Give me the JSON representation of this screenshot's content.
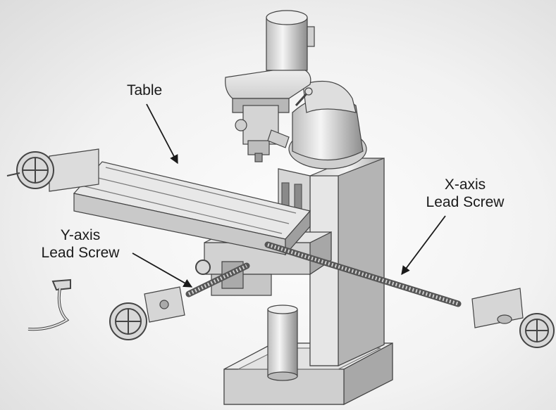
{
  "labels": {
    "table": "Table",
    "x_axis_line1": "X-axis",
    "x_axis_line2": "Lead Screw",
    "y_axis_line1": "Y-axis",
    "y_axis_line2": "Lead Screw"
  },
  "colors": {
    "background": "#f2f2f2",
    "metal_light": "#e6e6e6",
    "metal_mid": "#bdbdbd",
    "metal_dark": "#7a7a7a",
    "outline": "#333333",
    "arrow": "#1a1a1a"
  }
}
